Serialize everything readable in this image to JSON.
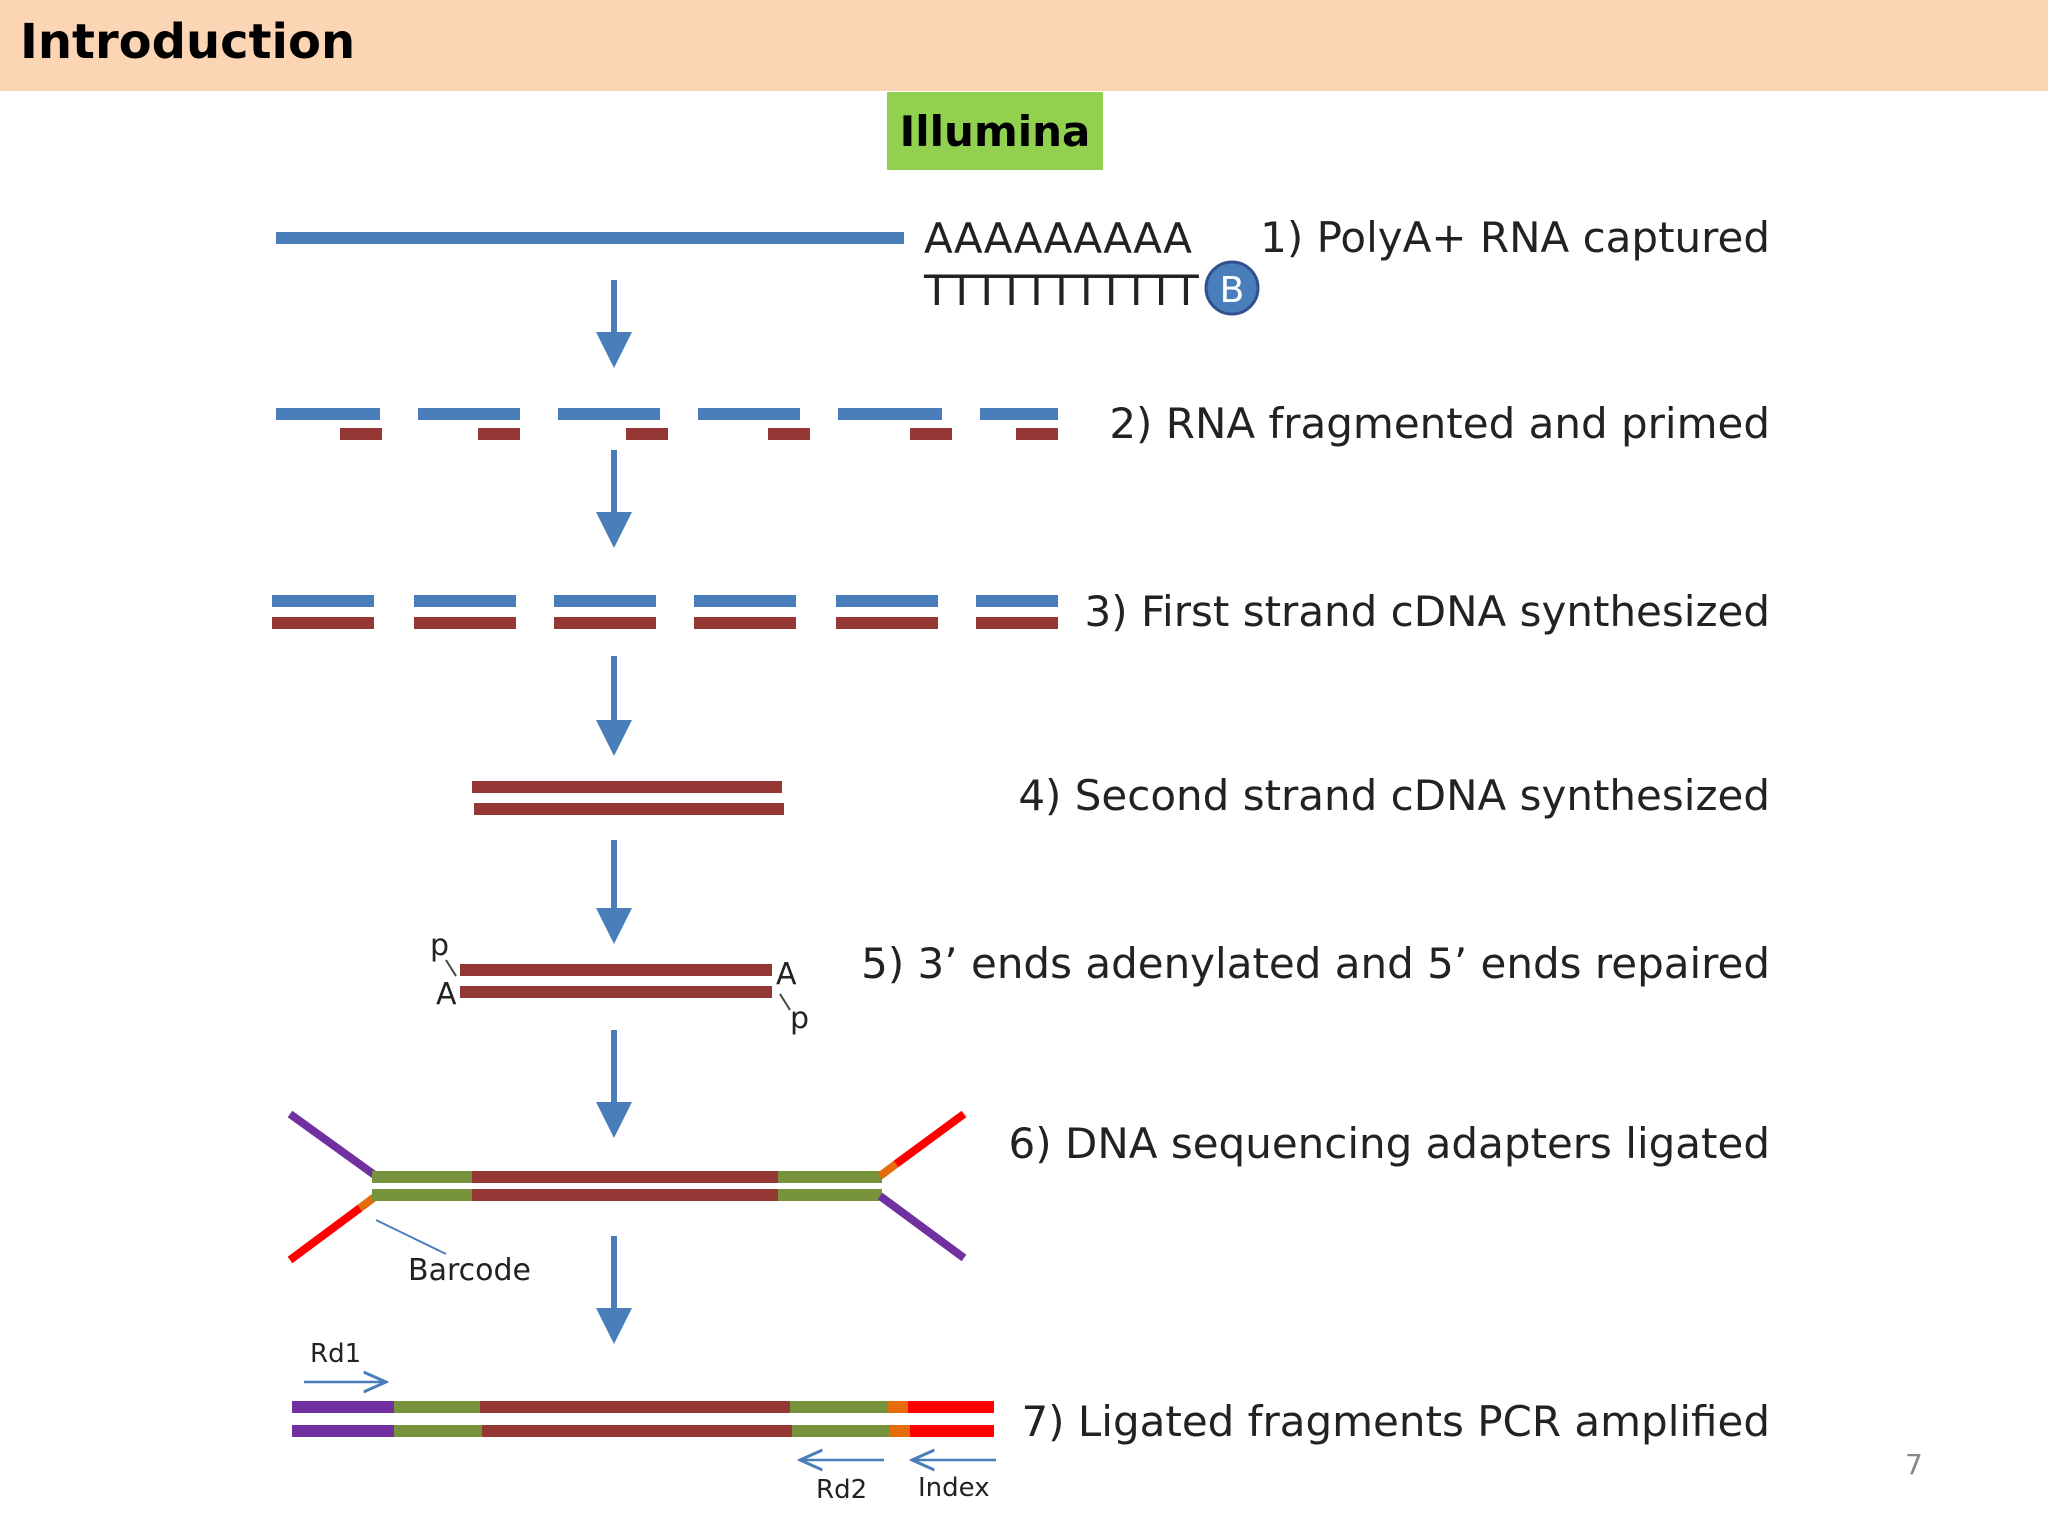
{
  "header": {
    "title": "Introduction"
  },
  "badge": {
    "label": "Illumina"
  },
  "sequences": {
    "polyA": "AAAAAAAAA",
    "polyT": "TTTTTTTTTTT",
    "bead_label": "B"
  },
  "steps": [
    "1) PolyA+ RNA captured",
    "2) RNA fragmented and primed",
    "3) First strand cDNA synthesized",
    "4) Second strand cDNA synthesized",
    "5) 3’ ends adenylated and 5’ ends repaired",
    "6) DNA sequencing adapters ligated",
    "7) Ligated fragments PCR amplified"
  ],
  "end_labels": {
    "p": "p",
    "a": "A"
  },
  "labels": {
    "barcode": "Barcode",
    "rd1": "Rd1",
    "rd2": "Rd2",
    "index": "Index"
  },
  "colors": {
    "rna_blue": "#4a7ebb",
    "cdna_red": "#953735",
    "adapter_green": "#77933c",
    "adapter_purple": "#7030a0",
    "adapter_red": "#ff0000",
    "barcode_orange": "#e46c0a",
    "header_bg": "#fcd5b4",
    "badge_bg": "#92d050"
  },
  "page": {
    "number": "7"
  }
}
